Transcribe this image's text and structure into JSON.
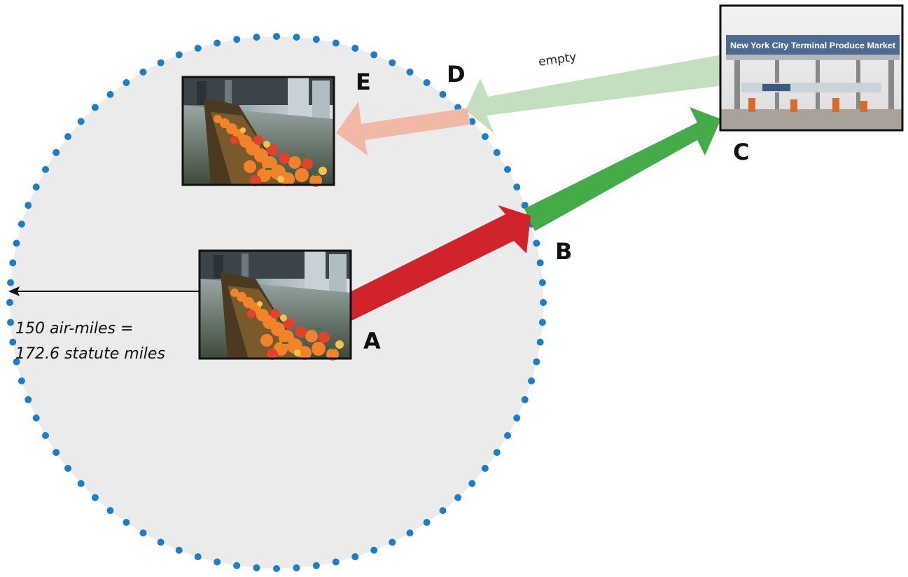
{
  "points": {
    "a": "A",
    "b": "B",
    "c": "C",
    "d": "D",
    "e": "E"
  },
  "radius_note": {
    "line1": "150 air-miles =",
    "line2": "172.6 statute miles"
  },
  "return_leg_note": "empty",
  "market_sign": "New York City Terminal Produce Market",
  "colors": {
    "zone_fill": "#ebebeb",
    "zone_dots": "#1a7fc8",
    "leg_ab": "#d1232a",
    "leg_bc": "#43ab48",
    "leg_cd": "#c4dfbf",
    "leg_de": "#f0b8a5"
  },
  "icons": {
    "packing_facility": "produce-packing-line-photo",
    "market": "terminal-market-photo"
  }
}
